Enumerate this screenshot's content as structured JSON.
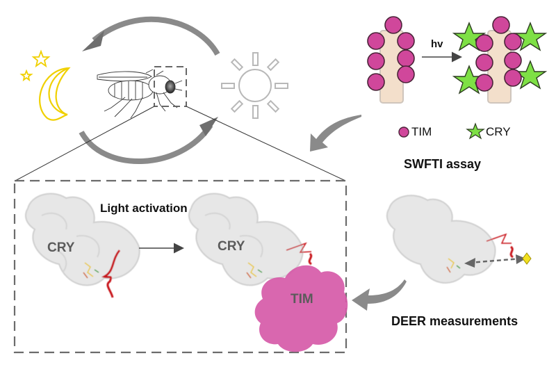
{
  "figure": {
    "cycle": {
      "night_icon": "moon-with-stars",
      "day_icon": "sun",
      "organism": "fruit-fly"
    },
    "swfti": {
      "arrow_label": "hv",
      "legend": [
        {
          "icon": "pink-circle",
          "label": "TIM"
        },
        {
          "icon": "green-star",
          "label": "CRY"
        }
      ],
      "title": "SWFTI assay"
    },
    "inset": {
      "title": "Light activation",
      "protein_left_label": "CRY",
      "protein_right_label": "CRY",
      "partner_label": "TIM"
    },
    "deer": {
      "title": "DEER measurements"
    },
    "colors": {
      "tim_pink": "#d0479b",
      "cry_green": "#7ee045",
      "moon_yellow": "#f0d000",
      "sun_gray": "#b8b8b8",
      "arrow_gray": "#8a8a8a",
      "bead_beige": "#f3dfcb",
      "helix_red": "#c8161d",
      "tim_blob": "#d65aa8"
    }
  }
}
